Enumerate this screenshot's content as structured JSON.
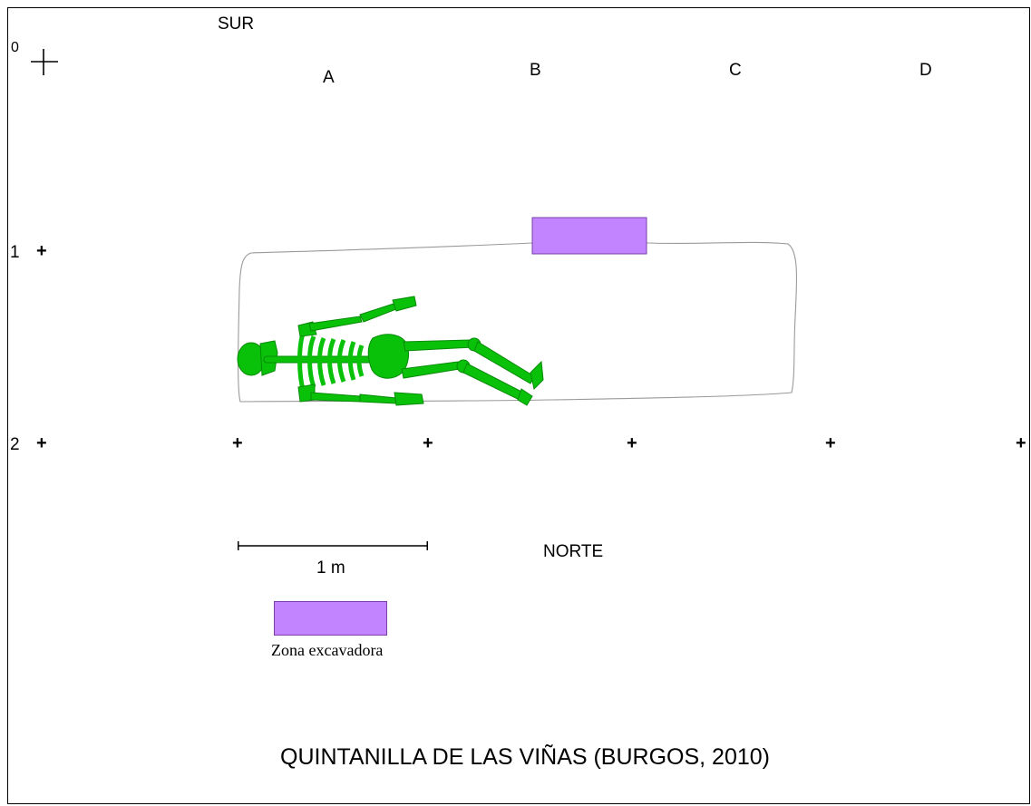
{
  "orientation": {
    "south": "SUR",
    "north": "NORTE"
  },
  "columns": [
    "A",
    "B",
    "C",
    "D"
  ],
  "rows": {
    "origin": "0",
    "r1": "1",
    "r2": "2"
  },
  "scale": {
    "label": "1 m"
  },
  "legend": {
    "label": "Zona excavadora",
    "color": "#c285ff"
  },
  "title": "QUINTANILLA DE LAS VIÑAS (BURGOS, 2010)",
  "colors": {
    "skeleton": "#0ac10a",
    "skeleton_outline": "#068a06",
    "grave_outline": "#9a9a9a",
    "zone": "#c285ff"
  },
  "icons": {
    "grid_marker": "plus-cross",
    "datum": "crosshair"
  }
}
